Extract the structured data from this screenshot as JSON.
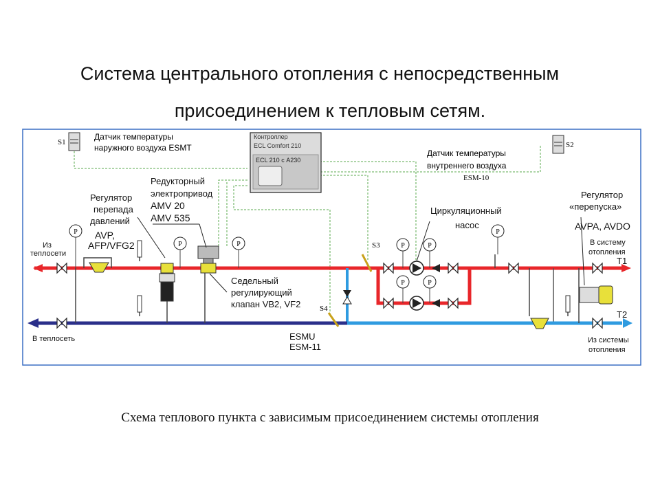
{
  "title_line1": "Система центрального отопления с непосредственным",
  "title_line2": "присоединением к тепловым сетям.",
  "caption": "Схема теплового пункта с зависимым присоединением системы отопления",
  "diagram": {
    "s1": "S1",
    "s1_desc1": "Датчик температуры",
    "s1_desc2": "наружного воздуха ESMT",
    "controller1": "Контроллер",
    "controller2": "ECL Comfort 210",
    "controller3": "ECL 210 с A230",
    "s2": "S2",
    "s2_desc1": "Датчик температуры",
    "s2_desc2": "внутреннего воздуха",
    "s2_desc3": "ESM-10",
    "reducer1": "Редукторный",
    "reducer2": "электропривод",
    "reducer3": "AMV 20",
    "reducer4": "AMV 535",
    "dp1": "Регулятор",
    "dp2": "перепада",
    "dp3": "давлений",
    "avp1": "AVP,",
    "avp2": "AFP/VFG2",
    "circ1": "Циркуляционный",
    "circ2": "насос",
    "bypass1": "Регулятор",
    "bypass2": "«перепуска»",
    "bypass3": "AVPA, AVDO",
    "from_net1": "Из",
    "from_net2": "теплосети",
    "to_sys1": "В систему",
    "to_sys2": "отопления",
    "t1": "T1",
    "t2": "T2",
    "to_net": "В теплосеть",
    "from_sys1": "Из системы",
    "from_sys2": "отопления",
    "s3": "S3",
    "s4": "S4",
    "valve1": "Седельный",
    "valve2": "регулирующий",
    "valve3": "клапан VB2, VF2",
    "esmu1": "ESMU",
    "esmu2": "ESM-11",
    "gauge": "P"
  },
  "colors": {
    "supply": "#e8262a",
    "return_net": "#2a2f8a",
    "return_sys": "#2f9be0",
    "frame": "#3a6fc4",
    "signal": "#5aa84e"
  }
}
